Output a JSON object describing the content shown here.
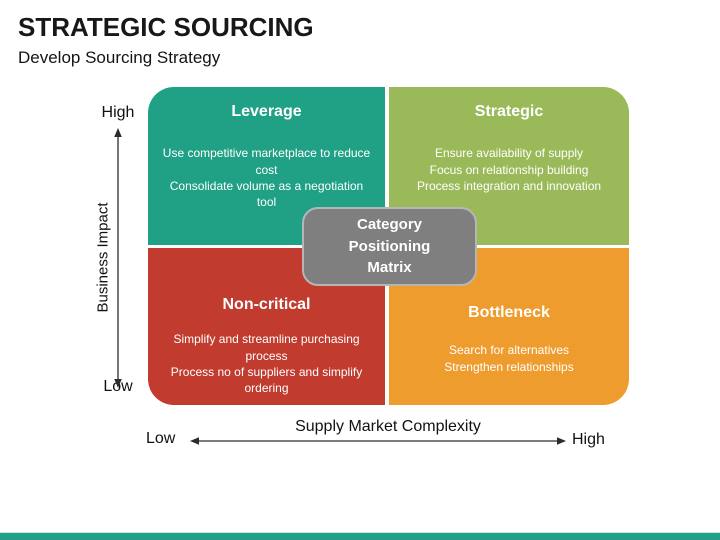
{
  "header": {
    "title": "STRATEGIC SOURCING",
    "subtitle": "Develop Sourcing Strategy"
  },
  "matrix": {
    "center_label": "Category Positioning Matrix",
    "center_fill": "#7f7f7f",
    "quadrants": [
      {
        "label": "Leverage",
        "body": "Use competitive marketplace to reduce cost\nConsolidate volume as a negotiation tool",
        "color": "#20A185"
      },
      {
        "label": "Strategic",
        "body": "Ensure availability of supply\nFocus on relationship building\nProcess integration and innovation",
        "color": "#9ABA59"
      },
      {
        "label": "Non-critical",
        "body": "Simplify and streamline purchasing process\nProcess no of suppliers and simplify ordering",
        "color": "#C13B2F"
      },
      {
        "label": "Bottleneck",
        "body": "Search for alternatives\nStrengthen relationships",
        "color": "#EE9C2D"
      }
    ]
  },
  "axes": {
    "y": {
      "label": "Business Impact",
      "top": "High",
      "bottom": "Low"
    },
    "x": {
      "label": "Supply Market Complexity",
      "left": "Low",
      "right": "High"
    }
  },
  "footer": {
    "bar_color": "#1FA088"
  }
}
